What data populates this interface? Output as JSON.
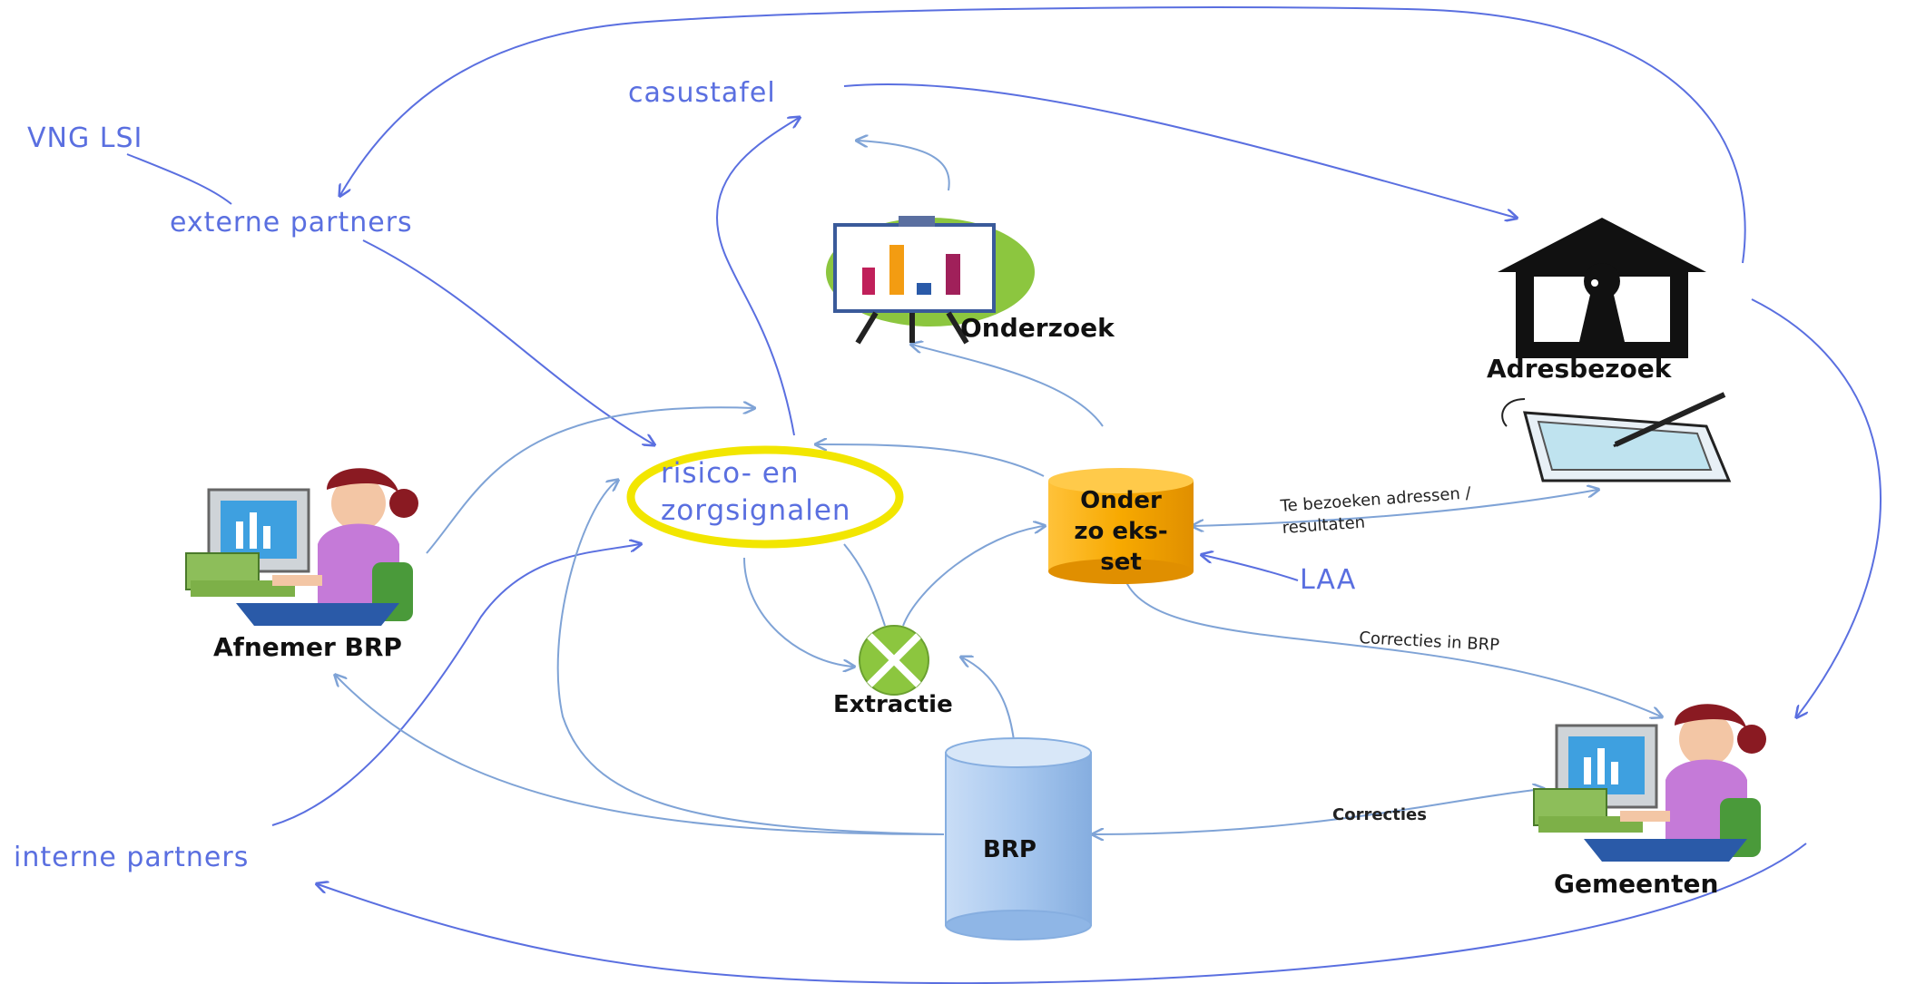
{
  "labels": {
    "vng_lsi": "VNG LSI",
    "casustafel": "casustafel",
    "externe_partners": "externe partners",
    "interne_partners": "interne partners",
    "risico_line1": "risico- en",
    "risico_line2": "zorgsignalen",
    "laa": "LAA",
    "onderzoek": "Onderzoek",
    "adresbezoek": "Adresbezoek",
    "afnemer_brp": "Afnemer BRP",
    "gemeenten": "Gemeenten",
    "extractie": "Extractie",
    "brp": "BRP",
    "onderzoeksset_line1": "Onder",
    "onderzoeksset_line2": "zo eks-",
    "onderzoeksset_line3": "set",
    "te_bezoeken_line1": "Te bezoeken adressen /",
    "te_bezoeken_line2": "resultaten",
    "correcties_in_brp": "Correcties in BRP",
    "correcties": "Correcties"
  },
  "colors": {
    "hand": "#5a6fe0",
    "arrow": "#7fa3d6",
    "highlight": "#f2e600",
    "cylinder_orange": "#f7a900",
    "cylinder_blue": "#a8c8ef",
    "extractie_green": "#8cc63f"
  }
}
